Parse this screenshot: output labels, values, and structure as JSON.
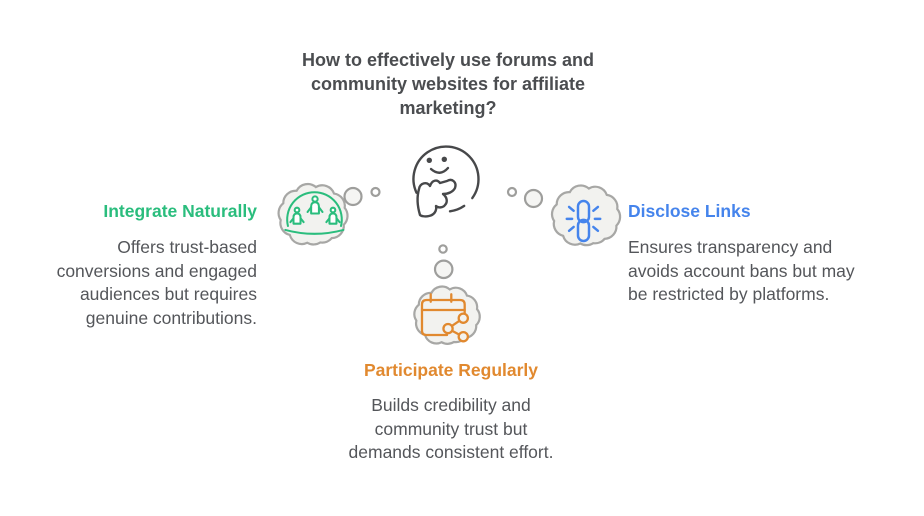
{
  "title": {
    "text": "How to effectively use forums and\ncommunity websites for affiliate\nmarketing?",
    "color": "#4b4d50"
  },
  "center": {
    "icon": "thinking-face-icon",
    "stroke_color": "#47484a"
  },
  "branches": {
    "left": {
      "heading": "Integrate Naturally",
      "body": "Offers trust-based\nconversions and engaged\naudiences but requires\ngenuine contributions.",
      "accent_color": "#2abd7d",
      "icon": "community-group-icon"
    },
    "right": {
      "heading": "Disclose Links",
      "body": "Ensures transparency and\navoids account bans but may\nbe restricted by platforms.",
      "accent_color": "#4584ec",
      "icon": "chain-link-icon"
    },
    "bottom": {
      "heading": "Participate Regularly",
      "body": "Builds credibility and\ncommunity trust but\ndemands consistent effort.",
      "accent_color": "#e1892f",
      "icon": "calendar-share-icon"
    }
  },
  "palette": {
    "background": "#ffffff",
    "body_text": "#54565a",
    "cloud_fill": "#f2f2ef",
    "cloud_stroke": "#a7a7a5",
    "trail_circle_stroke": "#9e9e9c"
  }
}
